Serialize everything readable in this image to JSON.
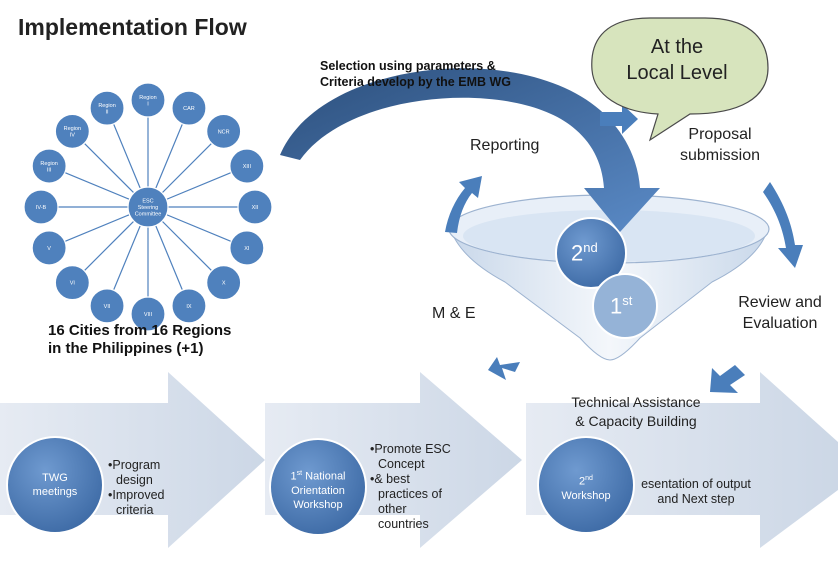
{
  "title": "Implementation Flow",
  "callout": {
    "line1": "At the",
    "line2": "Local Level"
  },
  "selection_text": {
    "line1": "Selection using parameters &",
    "line2": "Criteria develop by the EMB WG"
  },
  "cycle": {
    "reporting": "Reporting",
    "proposal_line1": "Proposal",
    "proposal_line2": "submission",
    "review_line1": "Review and",
    "review_line2": "Evaluation",
    "me": "M & E",
    "ta_line1": "Technical Assistance",
    "ta_line2": "& Capacity Building"
  },
  "funnel": {
    "second": {
      "num": "2",
      "sup": "nd"
    },
    "first": {
      "num": "1",
      "sup": "st"
    }
  },
  "network": {
    "center": [
      "ESC",
      "Steering",
      "Committee"
    ],
    "regions": [
      [
        "Region",
        "I"
      ],
      [
        "CAR"
      ],
      [
        "NCR"
      ],
      [
        "XIII"
      ],
      [
        "XII"
      ],
      [
        "XI"
      ],
      [
        "X"
      ],
      [
        "IX"
      ],
      [
        "VIII"
      ],
      [
        "VII"
      ],
      [
        "VI"
      ],
      [
        "V"
      ],
      [
        "IV-B"
      ],
      [
        "Region",
        "III"
      ],
      [
        "Region",
        "IV"
      ],
      [
        "Region",
        "II"
      ]
    ]
  },
  "cities_text": {
    "line1": "16 Cities from 16 Regions",
    "line2": "in the Philippines  (+1)"
  },
  "stages": [
    {
      "circle": [
        "TWG",
        "meetings"
      ],
      "bullets": [
        "•Program",
        "design",
        "•Improved",
        "criteria"
      ]
    },
    {
      "circle_sup": "st",
      "circle_num": "1",
      "circle": [
        "National",
        "Orientation",
        "Workshop"
      ],
      "bullets": [
        "•Promote ESC",
        "Concept",
        "•& best",
        "practices of",
        "other",
        "countries"
      ]
    },
    {
      "circle_sup": "nd",
      "circle_num": "2",
      "circle": [
        "Workshop"
      ],
      "bullets": [
        "esentation of output",
        "and Next step"
      ]
    }
  ],
  "colors": {
    "circle_blue": "#4f81bd",
    "arrow_blue": "#4a7ebb",
    "big_arrow": "#dbe3ee",
    "callout_fill": "#d7e4bd",
    "funnel_light": "#dce6f2"
  }
}
